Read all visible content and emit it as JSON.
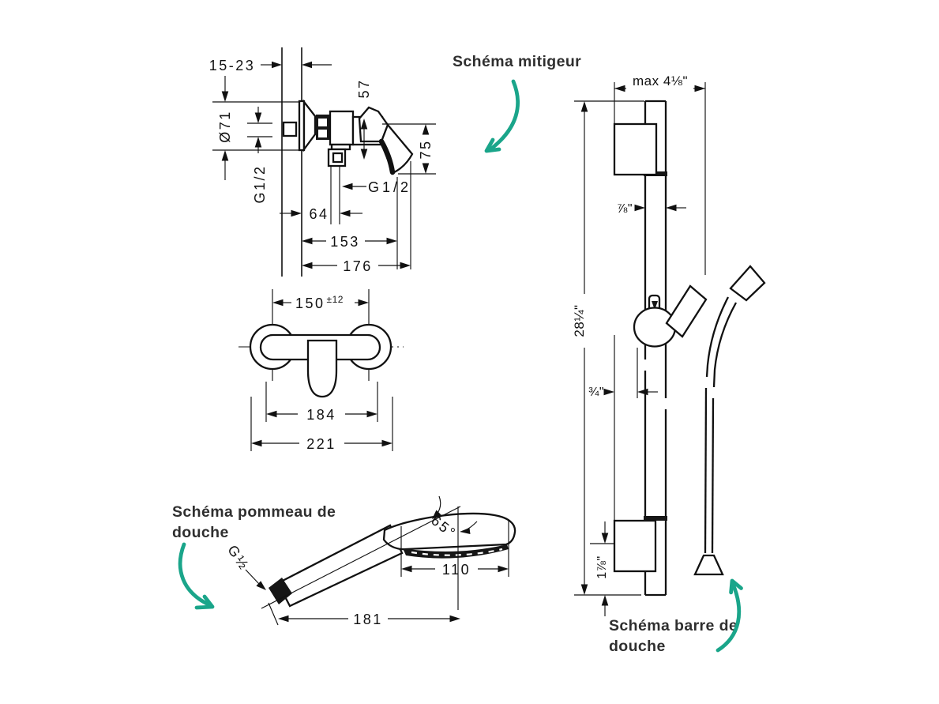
{
  "annotations": {
    "mixer_label": "Schéma mitigeur",
    "handshower_label_line1": "Schéma pommeau de",
    "handshower_label_line2": "douche",
    "bar_label_line1": "Schéma barre de",
    "bar_label_line2": "douche"
  },
  "mixer_side_view": {
    "wall_clearance": "15-23",
    "escutcheon_diameter": "Ø71",
    "body_top_height": "57",
    "handle_height": "75",
    "supply_thread": "G1/2",
    "outlet_thread": "G1/2",
    "outlet_offset": "64",
    "reach_to_handle": "153",
    "total_reach": "176"
  },
  "mixer_front_view": {
    "hole_centers": "150",
    "hole_centers_tolerance": "±12",
    "body_width": "184",
    "overall_width": "221"
  },
  "handshower_view": {
    "thread": "G½",
    "spray_angle": "65°",
    "head_width": "110",
    "overall_length": "181"
  },
  "bar_view": {
    "max_reach": "max 4⅛\"",
    "bar_diameter": "⅞\"",
    "bar_height": "28¼\"",
    "slider_offset": "¾\"",
    "bottom_offset": "1⅞\""
  },
  "colors": {
    "accent": "#1aa58a",
    "line": "#111111",
    "label_text": "#2f2f2f",
    "background": "#ffffff"
  }
}
